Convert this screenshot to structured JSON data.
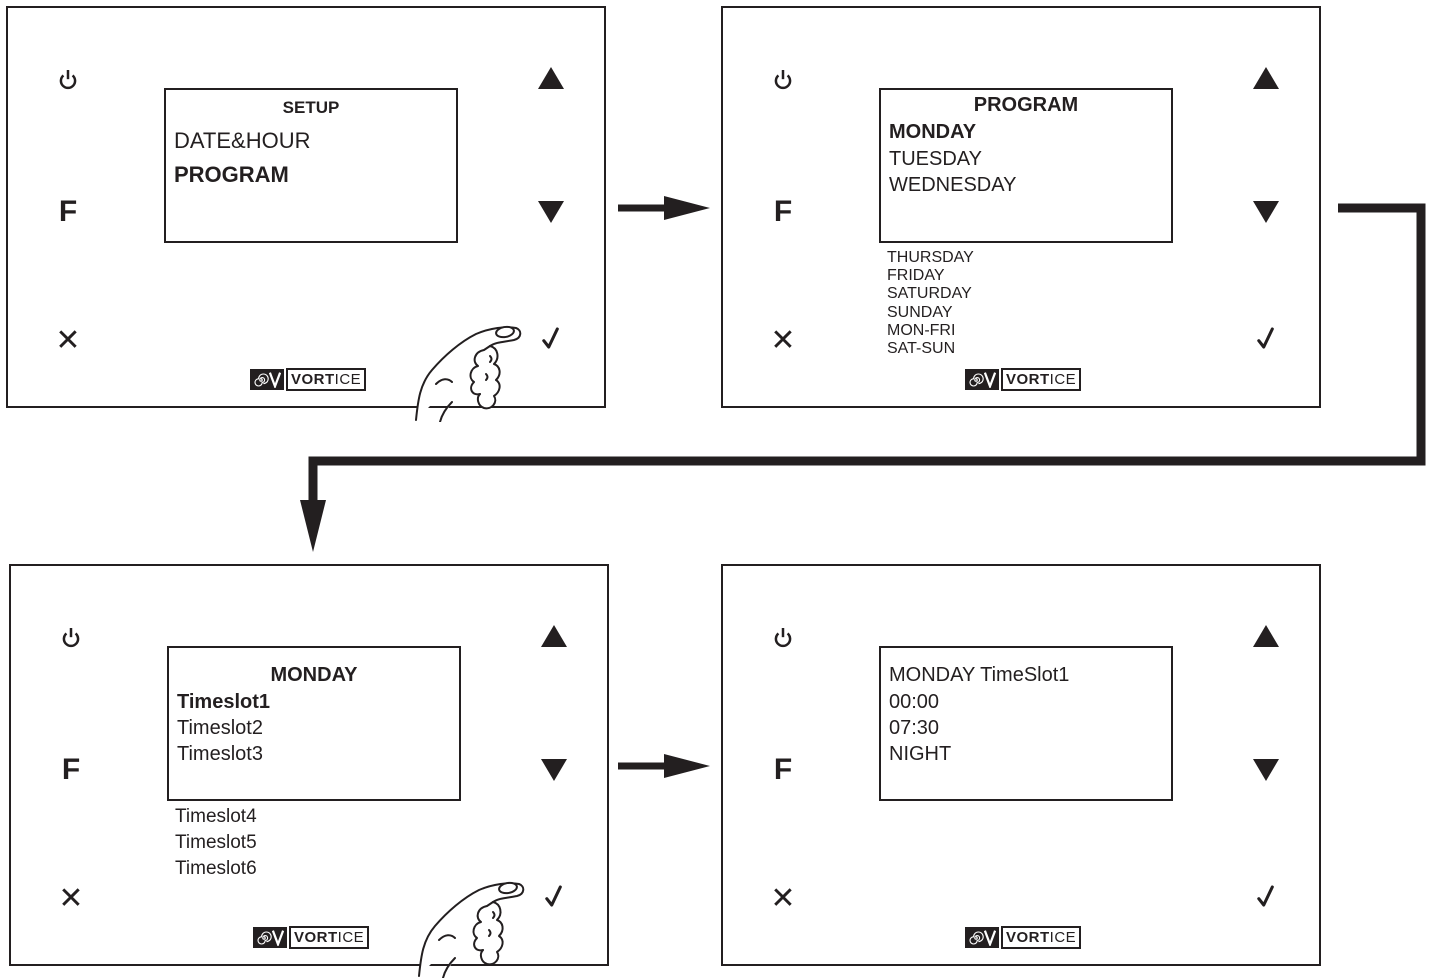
{
  "brand": {
    "name_bold": "VORT",
    "name_thin": "ICE"
  },
  "panels": [
    {
      "screen": {
        "title": "SETUP",
        "items": [
          "DATE&HOUR",
          "PROGRAM"
        ]
      },
      "below": []
    },
    {
      "screen": {
        "title": "PROGRAM",
        "items": [
          "MONDAY",
          "TUESDAY",
          "WEDNESDAY"
        ]
      },
      "below": [
        "THURSDAY",
        "FRIDAY",
        "SATURDAY",
        "SUNDAY",
        "MON-FRI",
        "SAT-SUN"
      ]
    },
    {
      "screen": {
        "title": "MONDAY",
        "items": [
          "Timeslot1",
          "Timeslot2",
          "Timeslot3"
        ]
      },
      "below": [
        "Timeslot4",
        "Timeslot5",
        "Timeslot6"
      ]
    },
    {
      "screen": {
        "title": "",
        "items": [
          "MONDAY TimeSlot1",
          "00:00",
          "07:30",
          "NIGHT"
        ]
      },
      "below": []
    }
  ],
  "buttons": {
    "f": "F",
    "cancel": "✕"
  },
  "icons": [
    "power-icon",
    "up-arrow-icon",
    "down-arrow-icon",
    "check-icon",
    "close-icon",
    "hand-icon",
    "vortice-logo-icon"
  ]
}
